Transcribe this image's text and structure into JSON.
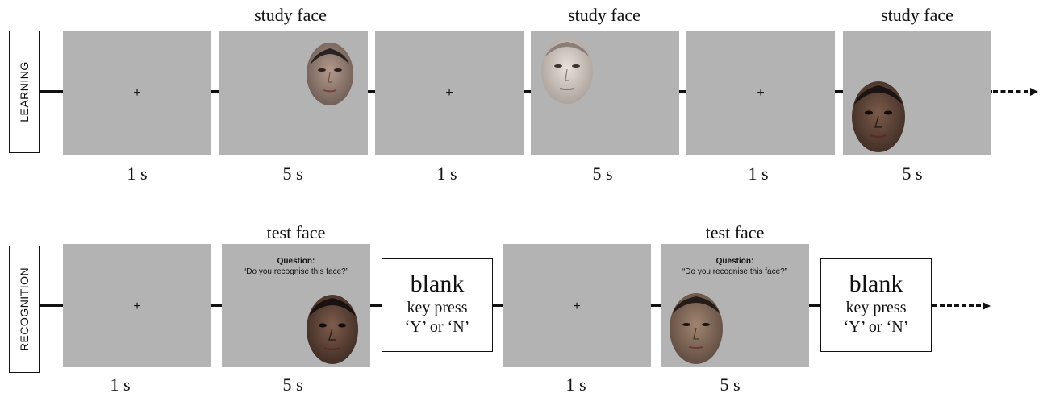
{
  "rows": {
    "learning": {
      "label": "LEARNING"
    },
    "recognition": {
      "label": "RECOGNITION"
    }
  },
  "learning": {
    "tops": [
      "study face",
      "study face",
      "study face"
    ],
    "durations": [
      "1 s",
      "5 s",
      "1 s",
      "5 s",
      "1 s",
      "5 s"
    ],
    "fixation": "+"
  },
  "recognition": {
    "tops": [
      "test face",
      "test face"
    ],
    "durations": [
      "1 s",
      "5 s",
      "1 s",
      "5 s"
    ],
    "fixation": "+",
    "question": {
      "heading": "Question:",
      "text": "“Do you recognise this face?”"
    },
    "blank": {
      "title": "blank",
      "line1": "key press",
      "line2": "‘Y’ or ‘N’"
    }
  },
  "colors": {
    "panel": "#b3b3b3",
    "line": "#111111",
    "background": "#ffffff"
  },
  "icons": [
    "face-photo-asian-female",
    "face-photo-caucasian-male",
    "face-photo-african-female",
    "face-photo-asian-male"
  ]
}
